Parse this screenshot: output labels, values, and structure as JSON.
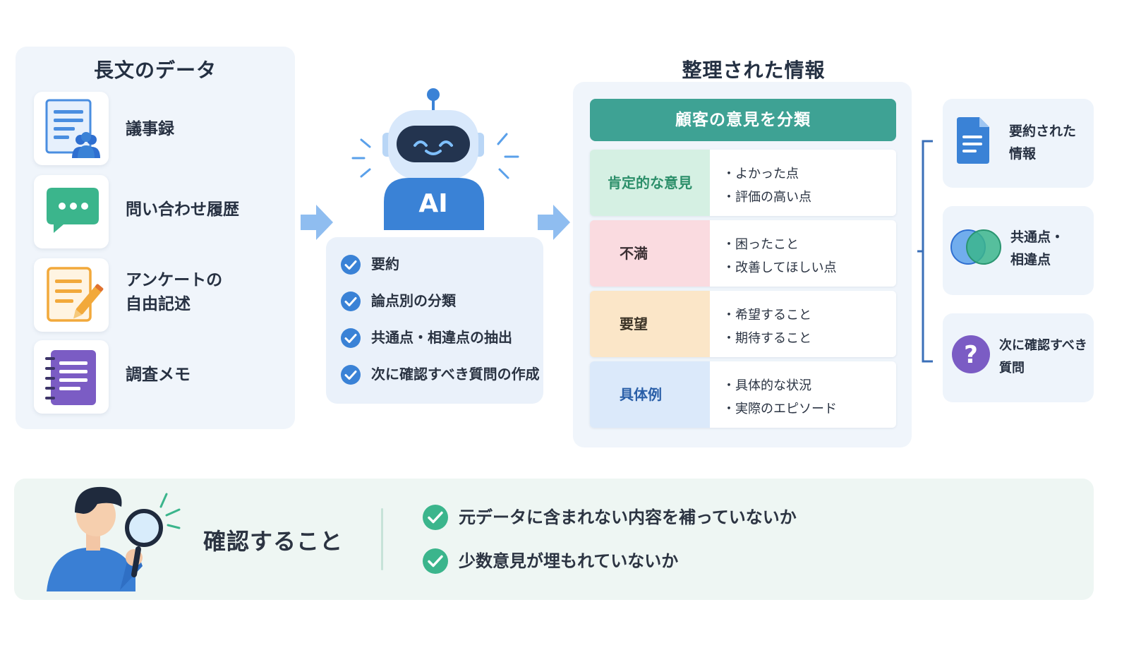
{
  "colors": {
    "teal": "#3ea294",
    "blue": "#3a82d6",
    "green": "#3bb58c",
    "purple": "#7b5cc4",
    "orange": "#f2a93b"
  },
  "source": {
    "title": "長文のデータ",
    "items": [
      {
        "label": "議事録",
        "icon": "minutes-document-icon"
      },
      {
        "label": "問い合わせ履歴",
        "icon": "chat-bubble-icon"
      },
      {
        "label": "アンケートの\n自由記述",
        "icon": "survey-form-icon"
      },
      {
        "label": "調査メモ",
        "icon": "notebook-icon"
      }
    ]
  },
  "ai": {
    "badge": "AI",
    "tasks": [
      "要約",
      "論点別の分類",
      "共通点・相違点の抽出",
      "次に確認すべき質問の作成"
    ]
  },
  "organized": {
    "title": "整理された情報",
    "table_header": "顧客の意見を分類",
    "rows": [
      {
        "category": "肯定的な意見",
        "items": [
          "・よかった点",
          "・評価の高い点"
        ],
        "color": "#d5f0e3",
        "text_color": "#2c8f6a"
      },
      {
        "category": "不満",
        "items": [
          "・困ったこと",
          "・改善してほしい点"
        ],
        "color": "#fadbe0",
        "text_color": "#3a2f33"
      },
      {
        "category": "要望",
        "items": [
          "・希望すること",
          "・期待すること"
        ],
        "color": "#fbe6c8",
        "text_color": "#3a3226"
      },
      {
        "category": "具体例",
        "items": [
          "・具体的な状況",
          "・実際のエピソード"
        ],
        "color": "#dbe9fa",
        "text_color": "#2a5fa8"
      }
    ]
  },
  "outputs": [
    {
      "label": "要約された\n情報",
      "icon": "document-icon"
    },
    {
      "label": "共通点・\n相違点",
      "icon": "venn-diagram-icon"
    },
    {
      "label": "次に確認すべき\n質問",
      "icon": "question-icon"
    }
  ],
  "check": {
    "title": "確認すること",
    "items": [
      "元データに含まれない内容を補っていないか",
      "少数意見が埋もれていないか"
    ]
  }
}
